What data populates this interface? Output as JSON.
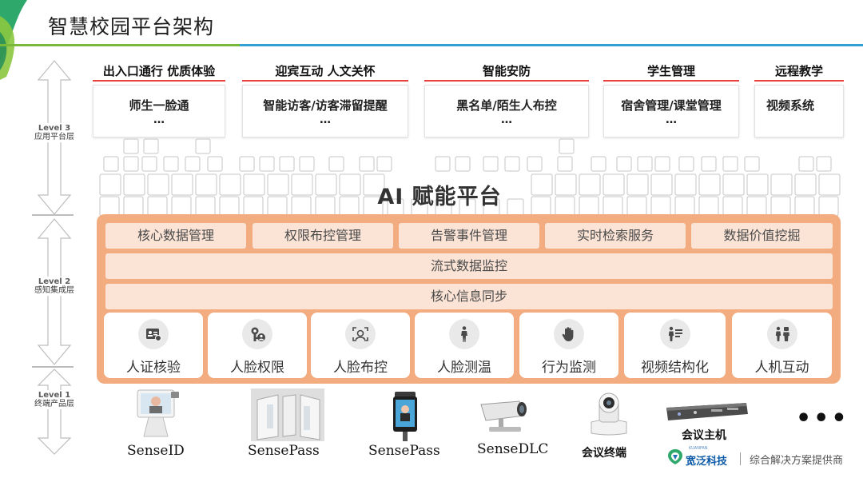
{
  "header": {
    "title": "智慧校园平台架构"
  },
  "levels": [
    {
      "level": "Level 3",
      "name": "应用平台层"
    },
    {
      "level": "Level 2",
      "name": "感知集成层"
    },
    {
      "level": "Level 1",
      "name": "终端产品层"
    }
  ],
  "applications": [
    {
      "header": "出入口通行 优质体验",
      "item": "师生一脸通",
      "more": "…"
    },
    {
      "header": "迎宾互动 人文关怀",
      "item": "智能访客/访客滞留提醒",
      "more": "…"
    },
    {
      "header": "智能安防",
      "item": "黑名单/陌生人布控",
      "more": "…"
    },
    {
      "header": "学生管理",
      "item": "宿舍管理/课堂管理",
      "more": "…"
    },
    {
      "header": "远程教学",
      "item": "视频系统",
      "more": ""
    }
  ],
  "ai_platform": {
    "title": "AI 赋能平台"
  },
  "core_modules": [
    "核心数据管理",
    "权限布控管理",
    "告警事件管理",
    "实时检索服务",
    "数据价值挖掘"
  ],
  "bars": [
    "流式数据监控",
    "核心信息同步"
  ],
  "capabilities": [
    {
      "label": "人证核验",
      "icon": "id-card-icon"
    },
    {
      "label": "人脸权限",
      "icon": "key-person-icon"
    },
    {
      "label": "人脸布控",
      "icon": "face-scan-icon"
    },
    {
      "label": "人脸测温",
      "icon": "person-walking-icon"
    },
    {
      "label": "行为监测",
      "icon": "hand-icon"
    },
    {
      "label": "视频结构化",
      "icon": "person-list-icon"
    },
    {
      "label": "人机互动",
      "icon": "people-interaction-icon"
    }
  ],
  "products": [
    {
      "label": "SenseID",
      "icon": "face-terminal-icon"
    },
    {
      "label": "SensePass",
      "icon": "turnstile-gate-icon"
    },
    {
      "label": "SensePass",
      "icon": "face-tablet-icon"
    },
    {
      "label": "SenseDLC",
      "icon": "bullet-camera-icon"
    },
    {
      "label": "会议终端",
      "icon": "ptz-camera-icon"
    },
    {
      "label": "会议主机",
      "icon": "conference-host-icon"
    }
  ],
  "more_products": "•••",
  "footer": {
    "brand": "宽泛科技",
    "brand_en": "KUANFAN",
    "tagline": "综合解决方案提供商"
  },
  "colors": {
    "accent_red": "#e8413e",
    "panel_orange": "#f3ac7f",
    "module_bg": "#fbe4d6",
    "title_green": "#79b93a",
    "title_blue": "#2f9fd4",
    "brand_blue": "#0d5aa7"
  }
}
